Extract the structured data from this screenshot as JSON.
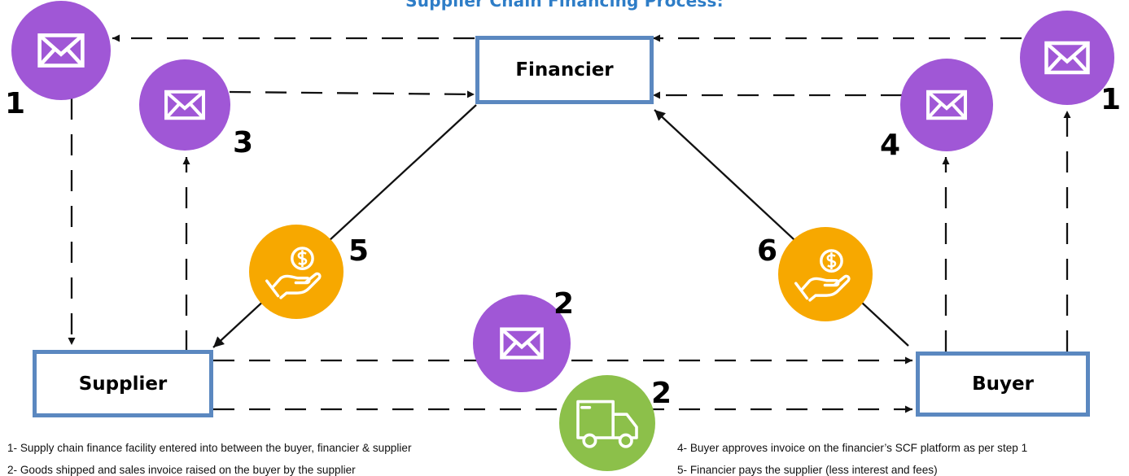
{
  "title": "Supplier Chain Financing Process:",
  "nodes": {
    "financier": "Financier",
    "supplier": "Supplier",
    "buyer": "Buyer"
  },
  "step_labels": {
    "email_top_left": "1",
    "email_top_right": "1",
    "email_left_inner": "3",
    "email_right_inner": "4",
    "payment_left": "5",
    "payment_right": "6",
    "invoice_email": "2",
    "goods_truck": "2"
  },
  "icons": {
    "email": "envelope-icon",
    "payment": "hand-holding-dollar-icon",
    "goods": "delivery-truck-icon"
  },
  "colors": {
    "title": "#2e7dc7",
    "box_border": "#5b88c0",
    "email_circle": "#a057d6",
    "payment_circle": "#f7a800",
    "truck_circle": "#8cc04a"
  },
  "notes": {
    "left": [
      "1- Supply chain finance facility entered into between the buyer, financier & supplier",
      "2- Goods shipped and sales invoice raised on the buyer by the supplier"
    ],
    "right": [
      "4- Buyer approves invoice on the financier’s SCF platform as per step 1",
      "5- Financier pays the supplier (less interest and fees)"
    ]
  }
}
